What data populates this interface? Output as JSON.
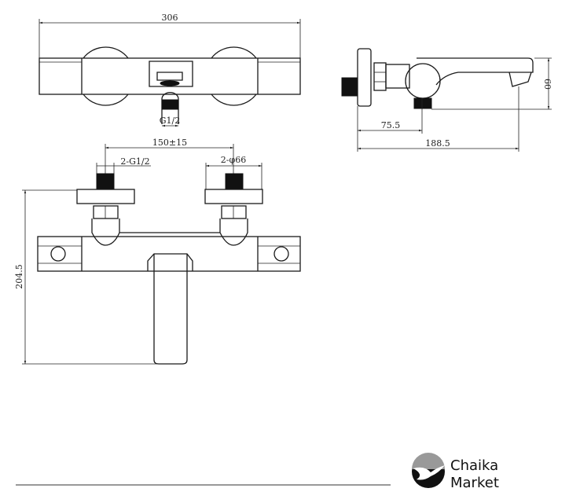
{
  "top_view": {
    "width_label": "306",
    "pipe_label": "G1/2"
  },
  "side_view": {
    "height_label": "60",
    "center_label": "75.5",
    "depth_label": "188.5"
  },
  "front_view": {
    "spacing_label": "150±15",
    "inlet_label": "2-G1/2",
    "escutcheon_label": "2-φ66",
    "height_label": "204.5"
  },
  "brand": {
    "line1": "Chaika",
    "line2": "Market"
  }
}
